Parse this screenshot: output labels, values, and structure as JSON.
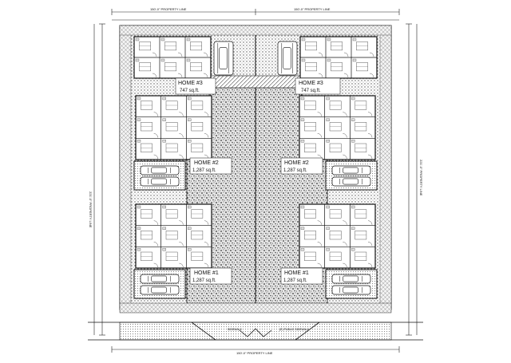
{
  "drawing": {
    "top_property_line_left": "150'-0\" PROPERTY LINE",
    "top_property_line_right": "150'-0\" PROPERTY LINE",
    "bottom_property_line": "150'-0\" PROPERTY LINE",
    "left_property_line": "221'-0\" PROPERTY LINE",
    "right_property_line": "221'-0\" PROPERTY LINE",
    "sidewalk_left": "SIDEWALK",
    "sidewalk_right": "(E) PUBLIC SIDEWALK",
    "homes": [
      {
        "id": "home3_left",
        "title": "HOME #3",
        "area": "747 sq.ft."
      },
      {
        "id": "home3_right",
        "title": "HOME #3",
        "area": "747 sq.ft."
      },
      {
        "id": "home2_left",
        "title": "HOME #2",
        "area": "1,287 sq.ft."
      },
      {
        "id": "home2_right",
        "title": "HOME #2",
        "area": "1,287 sq.ft."
      },
      {
        "id": "home1_left",
        "title": "HOME #1",
        "area": "1,287 sq.ft."
      },
      {
        "id": "home1_right",
        "title": "HOME #1",
        "area": "1,287 sq.ft."
      }
    ],
    "colors": {
      "line": "#111111",
      "hatch": "#9a9a9a",
      "paper": "#ffffff"
    }
  }
}
